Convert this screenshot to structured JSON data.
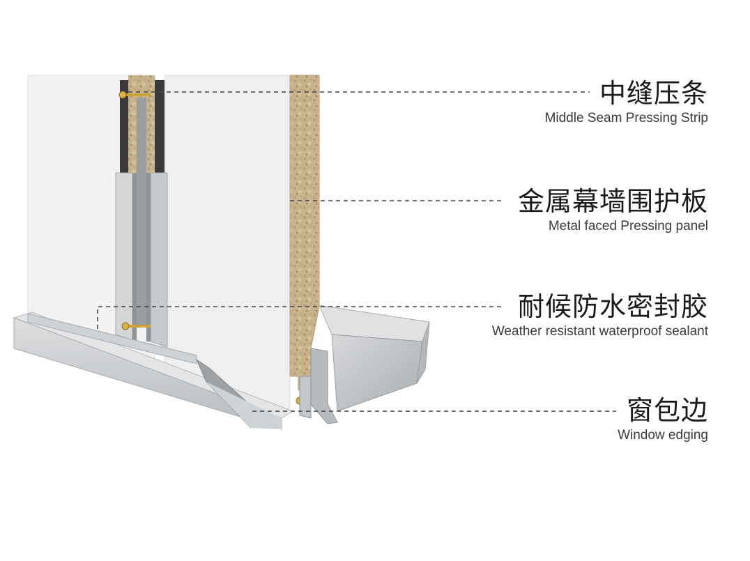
{
  "callouts": [
    {
      "zh": "中缝压条",
      "en": "Middle Seam Pressing Strip"
    },
    {
      "zh": "金属幕墙围护板",
      "en": "Metal faced Pressing panel"
    },
    {
      "zh": "耐候防水密封胶",
      "en": "Weather resistant waterproof sealant"
    },
    {
      "zh": "窗包边",
      "en": "Window edging"
    }
  ],
  "colors": {
    "panel_face": "#f1f1f1",
    "panel_shadow": "#e4e4e4",
    "rockwool": "#c9b38c",
    "metal_light": "#d4d6d8",
    "metal_mid": "#b5b8bb",
    "metal_dark": "#8f9396",
    "gasket": "#3a3a3a",
    "screw": "#c9a53a",
    "leader_line": "#444444"
  }
}
